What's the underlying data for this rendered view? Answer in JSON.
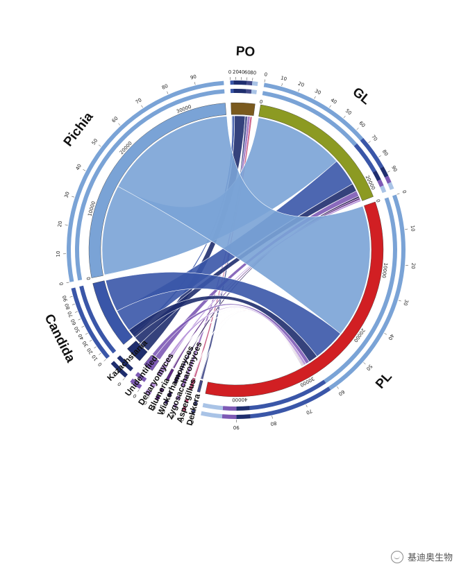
{
  "chart_data": {
    "type": "chord",
    "title": "",
    "segments": [
      {
        "name": "PO",
        "value": 3500,
        "pct_ticks": [
          0,
          20,
          40,
          60,
          80
        ],
        "composition": [
          {
            "genus": "Pichia",
            "pct": 0
          },
          {
            "genus": "Candida",
            "pct": 12
          },
          {
            "genus": "Kazachstania",
            "pct": 48
          },
          {
            "genus": "Dekkera",
            "pct": 20
          },
          {
            "genus": "Other",
            "pct": 20
          }
        ]
      },
      {
        "name": "GL",
        "value": 22000,
        "pct_ticks": [
          0,
          10,
          20,
          30,
          40,
          50,
          60,
          70,
          80,
          90
        ],
        "count_ticks": [
          0,
          20000
        ],
        "composition": [
          {
            "genus": "Pichia",
            "pct": 66
          },
          {
            "genus": "Candida",
            "pct": 20
          },
          {
            "genus": "Kazachstania",
            "pct": 6
          },
          {
            "genus": "Unidentified",
            "pct": 4
          },
          {
            "genus": "Other",
            "pct": 4
          }
        ]
      },
      {
        "name": "PL",
        "value": 45000,
        "pct_ticks": [
          0,
          10,
          20,
          30,
          40,
          50,
          60,
          70,
          80,
          90
        ],
        "count_ticks": [
          0,
          10000,
          20000,
          30000,
          40000
        ],
        "composition": [
          {
            "genus": "Pichia",
            "pct": 62
          },
          {
            "genus": "Candida",
            "pct": 24
          },
          {
            "genus": "Kazachstania",
            "pct": 4
          },
          {
            "genus": "Unidentified",
            "pct": 4
          },
          {
            "genus": "Other",
            "pct": 6
          }
        ]
      },
      {
        "name": "Dekkera",
        "value": 400,
        "pct_ticks": [
          0
        ]
      },
      {
        "name": "Aspergillus",
        "value": 400,
        "pct_ticks": [
          0
        ]
      },
      {
        "name": "Zygosaccharomyces",
        "value": 400,
        "pct_ticks": [
          0
        ]
      },
      {
        "name": "Wickerhamomyces",
        "value": 400,
        "pct_ticks": [
          0
        ]
      },
      {
        "name": "Blumeria",
        "value": 400,
        "pct_ticks": [
          0
        ]
      },
      {
        "name": "Debaryomyces",
        "value": 700,
        "pct_ticks": [
          0
        ]
      },
      {
        "name": "Unidentified",
        "value": 1500,
        "pct_ticks": [
          0
        ]
      },
      {
        "name": "Kazachstania",
        "value": 2500,
        "pct_ticks": [
          0
        ]
      },
      {
        "name": "Candida",
        "value": 10000,
        "pct_ticks": [
          0,
          10,
          20,
          30,
          40,
          50,
          60,
          70,
          80,
          90
        ]
      },
      {
        "name": "Pichia",
        "value": 36000,
        "pct_ticks": [
          0,
          10,
          20,
          30,
          40,
          50,
          60,
          70,
          80,
          90
        ],
        "count_ticks": [
          0,
          10000,
          20000,
          30000
        ]
      }
    ],
    "links": [
      {
        "source": "PO",
        "target": "Pichia",
        "value": 0
      },
      {
        "source": "PO",
        "target": "Candida",
        "value": 400
      },
      {
        "source": "PO",
        "target": "Kazachstania",
        "value": 1700
      },
      {
        "source": "PO",
        "target": "Dekkera",
        "value": 400
      },
      {
        "source": "PO",
        "target": "Zygosaccharomyces",
        "value": 400
      },
      {
        "source": "PO",
        "target": "Aspergillus",
        "value": 300
      },
      {
        "source": "GL",
        "target": "Pichia",
        "value": 14500
      },
      {
        "source": "GL",
        "target": "Candida",
        "value": 4400
      },
      {
        "source": "GL",
        "target": "Kazachstania",
        "value": 1300
      },
      {
        "source": "GL",
        "target": "Unidentified",
        "value": 900
      },
      {
        "source": "GL",
        "target": "Wickerhamomyces",
        "value": 300
      },
      {
        "source": "GL",
        "target": "Blumeria",
        "value": 300
      },
      {
        "source": "GL",
        "target": "Debaryomyces",
        "value": 300
      },
      {
        "source": "PL",
        "target": "Pichia",
        "value": 21500
      },
      {
        "source": "PL",
        "target": "Candida",
        "value": 5200
      },
      {
        "source": "PL",
        "target": "Kazachstania",
        "value": 1500
      },
      {
        "source": "PL",
        "target": "Unidentified",
        "value": 600
      },
      {
        "source": "PL",
        "target": "Debaryomyces",
        "value": 400
      },
      {
        "source": "PL",
        "target": "Wickerhamomyces",
        "value": 100
      },
      {
        "source": "PL",
        "target": "Blumeria",
        "value": 100
      },
      {
        "source": "PL",
        "target": "Aspergillus",
        "value": 100
      },
      {
        "source": "PL",
        "target": "Dekkera",
        "value": 0
      }
    ],
    "colors": {
      "PO": "#7a5a1e",
      "GL": "#8c9a22",
      "PL": "#d11f23",
      "Pichia": "#7aa3d6",
      "Candida": "#3a56a8",
      "Kazachstania": "#1f2e6e",
      "Unidentified": "#7d5ab5",
      "Debaryomyces": "#b48fd8",
      "Blumeria": "#5e2a85",
      "Wickerhamomyces": "#2a1a55",
      "Zygosaccharomyces": "#9a6fc2",
      "Aspergillus": "#c24e7a",
      "Dekkera": "#444b8a",
      "Other": "#a9c3e6"
    }
  },
  "watermark": {
    "text": "基迪奥生物"
  }
}
